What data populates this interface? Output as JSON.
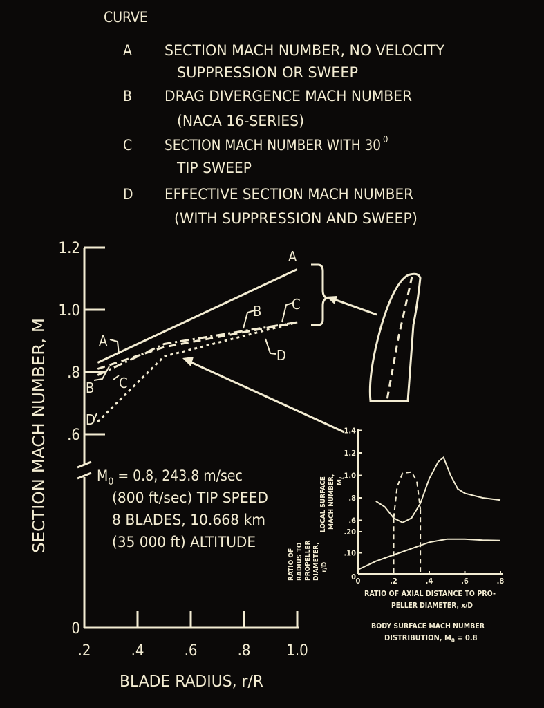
{
  "legend": {
    "heading": "CURVE",
    "items": [
      {
        "key": "A",
        "line1": "SECTION MACH NUMBER, NO VELOCITY",
        "line2": "SUPPRESSION OR SWEEP"
      },
      {
        "key": "B",
        "line1": "DRAG DIVERGENCE MACH NUMBER",
        "line2": "(NACA 16-SERIES)"
      },
      {
        "key": "C",
        "line1": "SECTION MACH NUMBER WITH 30",
        "line1_sup": "0",
        "line2": "TIP SWEEP"
      },
      {
        "key": "D",
        "line1": "EFFECTIVE SECTION MACH NUMBER",
        "line2": "(WITH SUPPRESSION AND SWEEP)"
      }
    ]
  },
  "conditions": {
    "m0_symbol": "M",
    "m0_sub": "0",
    "line1_rest": " = 0.8,  243.8 m/sec",
    "line2": "(800 ft/sec) TIP SPEED",
    "line3": "8 BLADES,  10.668 km",
    "line4": "(35 000 ft) ALTITUDE"
  },
  "chart_data": [
    {
      "type": "line",
      "xlabel": "BLADE RADIUS, r/R",
      "ylabel": "SECTION MACH NUMBER, M",
      "xlim": [
        0.2,
        1.0
      ],
      "ylim": [
        0,
        1.2
      ],
      "xticks": [
        ".2",
        ".4",
        ".6",
        ".8",
        "1.0"
      ],
      "yticks": [
        "0",
        ".6",
        ".8",
        "1.0",
        "1.2"
      ],
      "axis_break": "between 0 and .6",
      "grid": false,
      "series": [
        {
          "name": "A",
          "style": "solid",
          "x": [
            0.25,
            1.0
          ],
          "y": [
            0.83,
            1.13
          ]
        },
        {
          "name": "B",
          "style": "dash",
          "x": [
            0.25,
            0.5,
            1.0
          ],
          "y": [
            0.81,
            0.88,
            0.96
          ]
        },
        {
          "name": "C",
          "style": "dash-dot",
          "x": [
            0.25,
            0.5,
            1.0
          ],
          "y": [
            0.79,
            0.89,
            0.96
          ]
        },
        {
          "name": "D",
          "style": "dotted",
          "x": [
            0.25,
            0.5,
            1.0
          ],
          "y": [
            0.64,
            0.85,
            0.96
          ]
        }
      ],
      "labels": [
        "A",
        "B",
        "C",
        "D"
      ]
    },
    {
      "type": "line",
      "title_lines": [
        "BODY SURFACE MACH NUMBER",
        "DISTRIBUTION, M",
        "0",
        " = 0.8"
      ],
      "xlabel_lines": [
        "RATIO OF AXIAL DISTANCE TO PRO-",
        "PELLER DIAMETER, x/D"
      ],
      "ylabel_lines": [
        "LOCAL SURFACE",
        "MACH NUMBER,",
        "M",
        "ℓ"
      ],
      "ylabel2_lines": [
        "RATIO OF",
        "RADIUS TO",
        "PROPELLER",
        "DIAMETER,",
        "r/D"
      ],
      "xlim": [
        0,
        0.8
      ],
      "xticks": [
        "0",
        ".2",
        ".4",
        ".6",
        ".8"
      ],
      "yticks_mach": [
        ".6",
        ".8",
        "1.0",
        "1.2",
        "1.4"
      ],
      "yticks_radius": [
        ".10",
        ".20"
      ],
      "series": [
        {
          "name": "Mℓ with propeller",
          "style": "solid",
          "x": [
            0.1,
            0.15,
            0.2,
            0.25,
            0.3,
            0.35,
            0.4,
            0.45,
            0.48,
            0.52,
            0.56,
            0.6,
            0.7,
            0.8
          ],
          "y": [
            0.77,
            0.72,
            0.62,
            0.58,
            0.62,
            0.75,
            0.97,
            1.12,
            1.16,
            1.0,
            0.88,
            0.84,
            0.8,
            0.78
          ]
        },
        {
          "name": "Mℓ dashed",
          "style": "dash",
          "x": [
            0.2,
            0.22,
            0.25,
            0.3,
            0.33,
            0.35
          ],
          "y": [
            0.62,
            0.9,
            1.02,
            1.03,
            0.95,
            0.7
          ]
        },
        {
          "name": "r/D body",
          "style": "solid",
          "x": [
            0.0,
            0.1,
            0.2,
            0.3,
            0.4,
            0.5,
            0.6,
            0.7,
            0.8
          ],
          "y": [
            0.02,
            0.06,
            0.09,
            0.12,
            0.15,
            0.165,
            0.165,
            0.16,
            0.158
          ]
        }
      ]
    }
  ]
}
